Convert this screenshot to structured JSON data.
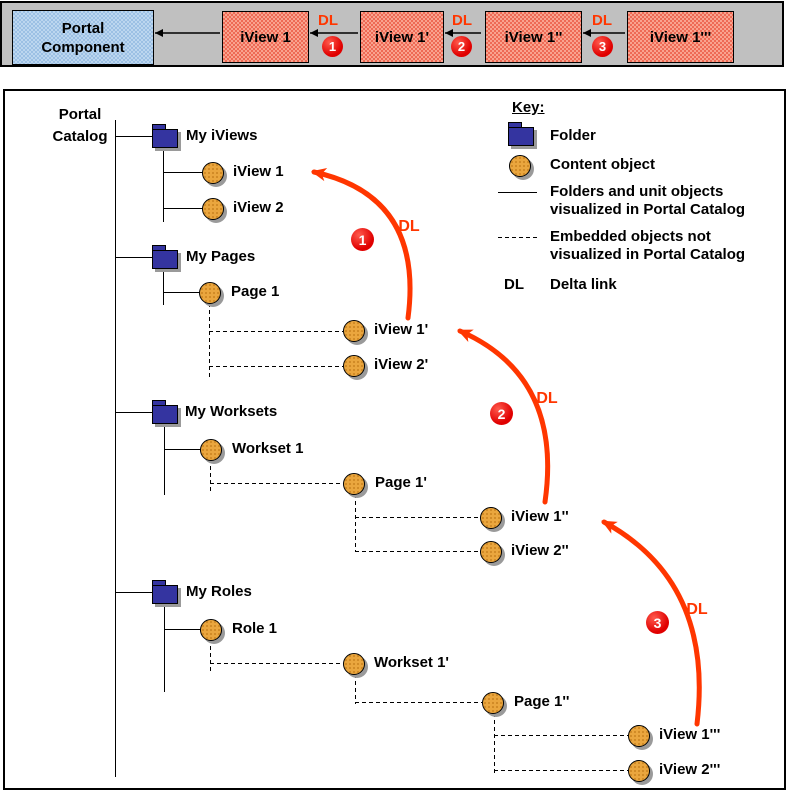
{
  "colors": {
    "bar_gray": "#c0c0c0",
    "component_blue": "#aecbea",
    "iview_salmon": "#f5846e",
    "folder_blue": "#3434a0",
    "content_orange": "#eaa63e",
    "arrow_red": "#ff3600",
    "badge_red": "#e00000"
  },
  "top_bar": {
    "component_label": "Portal Component",
    "boxes": [
      {
        "label": "iView 1"
      },
      {
        "label": "iView 1'"
      },
      {
        "label": "iView 1''"
      },
      {
        "label": "iView 1'''"
      }
    ],
    "links": [
      {
        "label": "DL",
        "step": "1"
      },
      {
        "label": "DL",
        "step": "2"
      },
      {
        "label": "DL",
        "step": "3"
      }
    ]
  },
  "catalog": {
    "title": "Portal Catalog",
    "folders": [
      {
        "label": "My iViews"
      },
      {
        "label": "My Pages"
      },
      {
        "label": "My Worksets"
      },
      {
        "label": "My Roles"
      }
    ],
    "nodes": [
      {
        "label": "iView 1"
      },
      {
        "label": "iView 2"
      },
      {
        "label": "Page 1"
      },
      {
        "label": "iView 1'"
      },
      {
        "label": "iView 2'"
      },
      {
        "label": "Workset 1"
      },
      {
        "label": "Page 1'"
      },
      {
        "label": "iView 1''"
      },
      {
        "label": "iView 2''"
      },
      {
        "label": "Role 1"
      },
      {
        "label": "Workset 1'"
      },
      {
        "label": "Page 1''"
      },
      {
        "label": "iView 1'''"
      },
      {
        "label": "iView 2'''"
      }
    ],
    "delta_links": [
      {
        "label": "DL",
        "step": "1"
      },
      {
        "label": "DL",
        "step": "2"
      },
      {
        "label": "DL",
        "step": "3"
      }
    ]
  },
  "key": {
    "title": "Key:",
    "folder_label": "Folder",
    "content_label": "Content object",
    "solid_line1": "Folders and unit objects",
    "solid_line2": "visualized in Portal Catalog",
    "dashed_line1": "Embedded objects not",
    "dashed_line2": "visualized in Portal Catalog",
    "dl_abbr": "DL",
    "dl_label": "Delta link"
  }
}
